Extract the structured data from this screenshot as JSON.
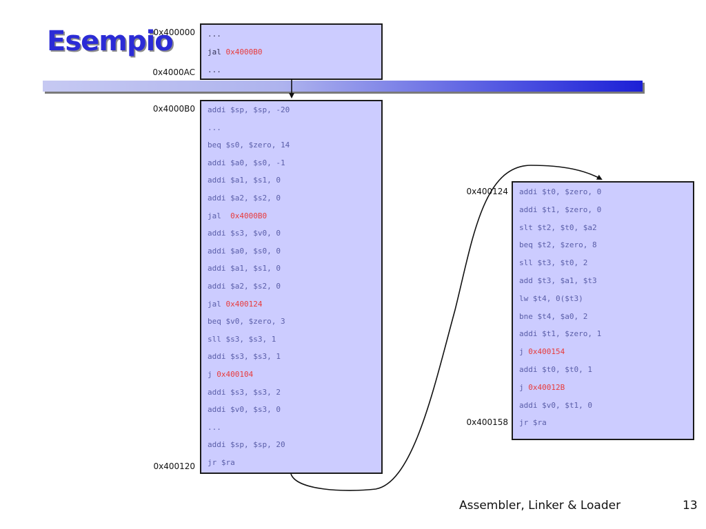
{
  "slide": {
    "title": "Esempio",
    "footer": "Assembler, Linker & Loader",
    "page_number": "13"
  },
  "block_main": {
    "addr_start": "0x400000",
    "addr_end": "0x4000AC",
    "lines": [
      {
        "op": "...",
        "target": ""
      },
      {
        "op": "jal ",
        "target": "0x4000B0"
      },
      {
        "op": "...",
        "target": ""
      }
    ]
  },
  "block_sort": {
    "addr_start": "0x4000B0",
    "addr_end": "0x400120",
    "lines": [
      {
        "op": "addi $sp, $sp, -20",
        "target": ""
      },
      {
        "op": "...",
        "target": ""
      },
      {
        "op": "beq $s0, $zero, 14",
        "target": ""
      },
      {
        "op": "addi $a0, $s0, -1",
        "target": ""
      },
      {
        "op": "addi $a1, $s1, 0",
        "target": ""
      },
      {
        "op": "addi $a2, $s2, 0",
        "target": ""
      },
      {
        "op": "jal  ",
        "target": "0x4000B0"
      },
      {
        "op": "addi $s3, $v0, 0",
        "target": ""
      },
      {
        "op": "addi $a0, $s0, 0",
        "target": ""
      },
      {
        "op": "addi $a1, $s1, 0",
        "target": ""
      },
      {
        "op": "addi $a2, $s2, 0",
        "target": ""
      },
      {
        "op": "jal ",
        "target": "0x400124"
      },
      {
        "op": "beq $v0, $zero, 3",
        "target": ""
      },
      {
        "op": "sll $s3, $s3, 1",
        "target": ""
      },
      {
        "op": "addi $s3, $s3, 1",
        "target": ""
      },
      {
        "op": "j ",
        "target": "0x400104"
      },
      {
        "op": "addi $s3, $s3, 2",
        "target": ""
      },
      {
        "op": "addi $v0, $s3, 0",
        "target": ""
      },
      {
        "op": "...",
        "target": ""
      },
      {
        "op": "addi $sp, $sp, 20",
        "target": ""
      },
      {
        "op": "jr $ra",
        "target": ""
      }
    ]
  },
  "block_search": {
    "addr_start": "0x400124",
    "addr_end": "0x400158",
    "lines": [
      {
        "op": "addi $t0, $zero, 0",
        "target": ""
      },
      {
        "op": "addi $t1, $zero, 0",
        "target": ""
      },
      {
        "op": "slt $t2, $t0, $a2",
        "target": ""
      },
      {
        "op": "beq $t2, $zero, 8",
        "target": ""
      },
      {
        "op": "sll $t3, $t0, 2",
        "target": ""
      },
      {
        "op": "add $t3, $a1, $t3",
        "target": ""
      },
      {
        "op": "lw $t4, 0($t3)",
        "target": ""
      },
      {
        "op": "bne $t4, $a0, 2",
        "target": ""
      },
      {
        "op": "addi $t1, $zero, 1",
        "target": ""
      },
      {
        "op": "j ",
        "target": "0x400154"
      },
      {
        "op": "addi $t0, $t0, 1",
        "target": ""
      },
      {
        "op": "j ",
        "target": "0x40012B"
      },
      {
        "op": "addi $v0, $t1, 0",
        "target": ""
      },
      {
        "op": "jr $ra",
        "target": ""
      }
    ]
  },
  "colors": {
    "title": "#2b2bd6",
    "box_fill": "#ccccff",
    "code_text": "#5a5ea8",
    "address_target": "#e83a3a"
  }
}
